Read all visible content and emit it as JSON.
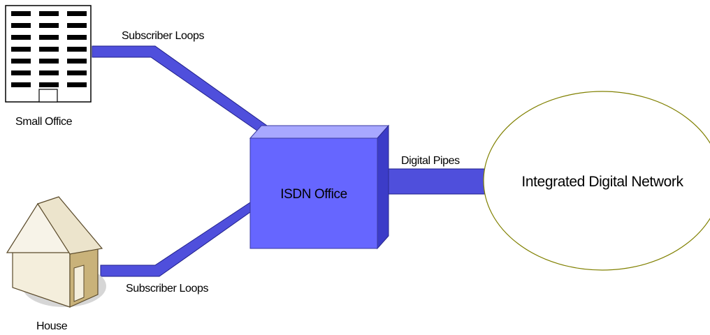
{
  "diagram": {
    "nodes": {
      "small_office": {
        "label": "Small Office",
        "icon": "office-building-icon"
      },
      "house": {
        "label": "House",
        "icon": "house-icon"
      },
      "isdn_office": {
        "label": "ISDN Office",
        "color": "#6666ff"
      },
      "network": {
        "label": "Integrated Digital Network",
        "outline_color": "#808000"
      }
    },
    "links": {
      "upper_loop": {
        "label": "Subscriber Loops"
      },
      "lower_loop": {
        "label": "Subscriber Loops"
      },
      "pipes": {
        "label": "Digital Pipes"
      }
    },
    "colors": {
      "pipe": "#4f4fdc",
      "pipe_edge": "#1f1f8a",
      "box_front": "#6666ff",
      "box_top": "#a8a8ff",
      "box_side": "#3c3cc8"
    }
  }
}
